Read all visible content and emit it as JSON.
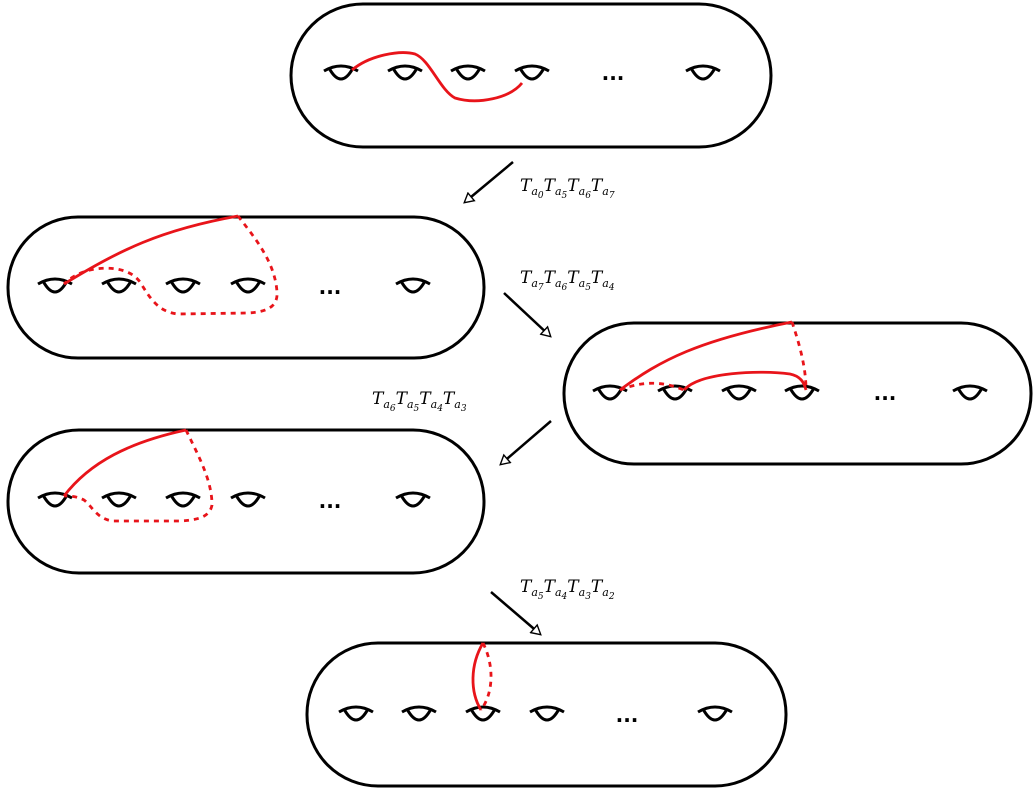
{
  "ellipsis": "...",
  "colors": {
    "outline": "#000000",
    "curve": "#e8141a"
  },
  "arrows": [
    {
      "name": "arrow-1",
      "label": "T_{a_0}T_{a_5}T_{a_6}T_{a_7}",
      "factors": [
        "0",
        "5",
        "6",
        "7"
      ]
    },
    {
      "name": "arrow-2",
      "label": "T_{a_7}T_{a_6}T_{a_5}T_{a_4}",
      "factors": [
        "7",
        "6",
        "5",
        "4"
      ]
    },
    {
      "name": "arrow-3",
      "label": "T_{a_6}T_{a_5}T_{a_4}T_{a_3}",
      "factors": [
        "6",
        "5",
        "4",
        "3"
      ]
    },
    {
      "name": "arrow-4",
      "label": "T_{a_5}T_{a_4}T_{a_3}T_{a_2}",
      "factors": [
        "5",
        "4",
        "3",
        "2"
      ]
    }
  ]
}
